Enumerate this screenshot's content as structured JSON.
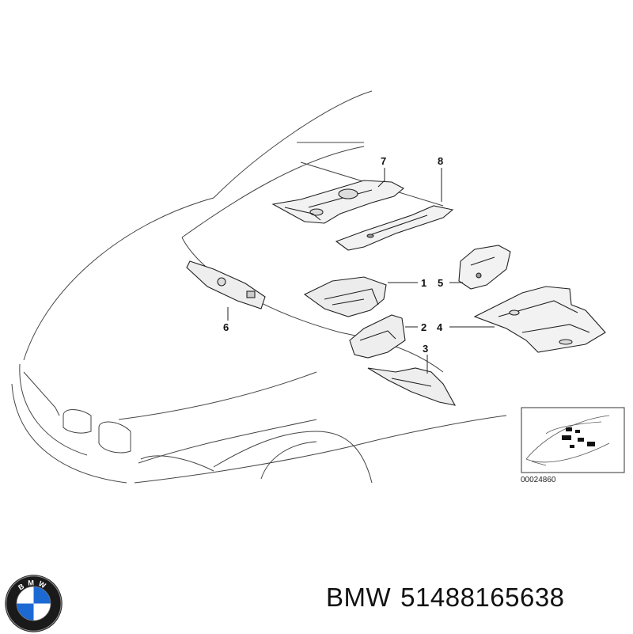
{
  "diagram": {
    "callouts": [
      "7",
      "8",
      "1",
      "5",
      "6",
      "2",
      "4",
      "3"
    ],
    "inset_reference": "00024860"
  },
  "footer": {
    "brand": "BMW",
    "part_number": "51488165638"
  },
  "logo": {
    "ring_letters": "BMW",
    "colors": {
      "ring": "#1a1a1a",
      "blue": "#1c69d4",
      "white": "#ffffff"
    }
  }
}
